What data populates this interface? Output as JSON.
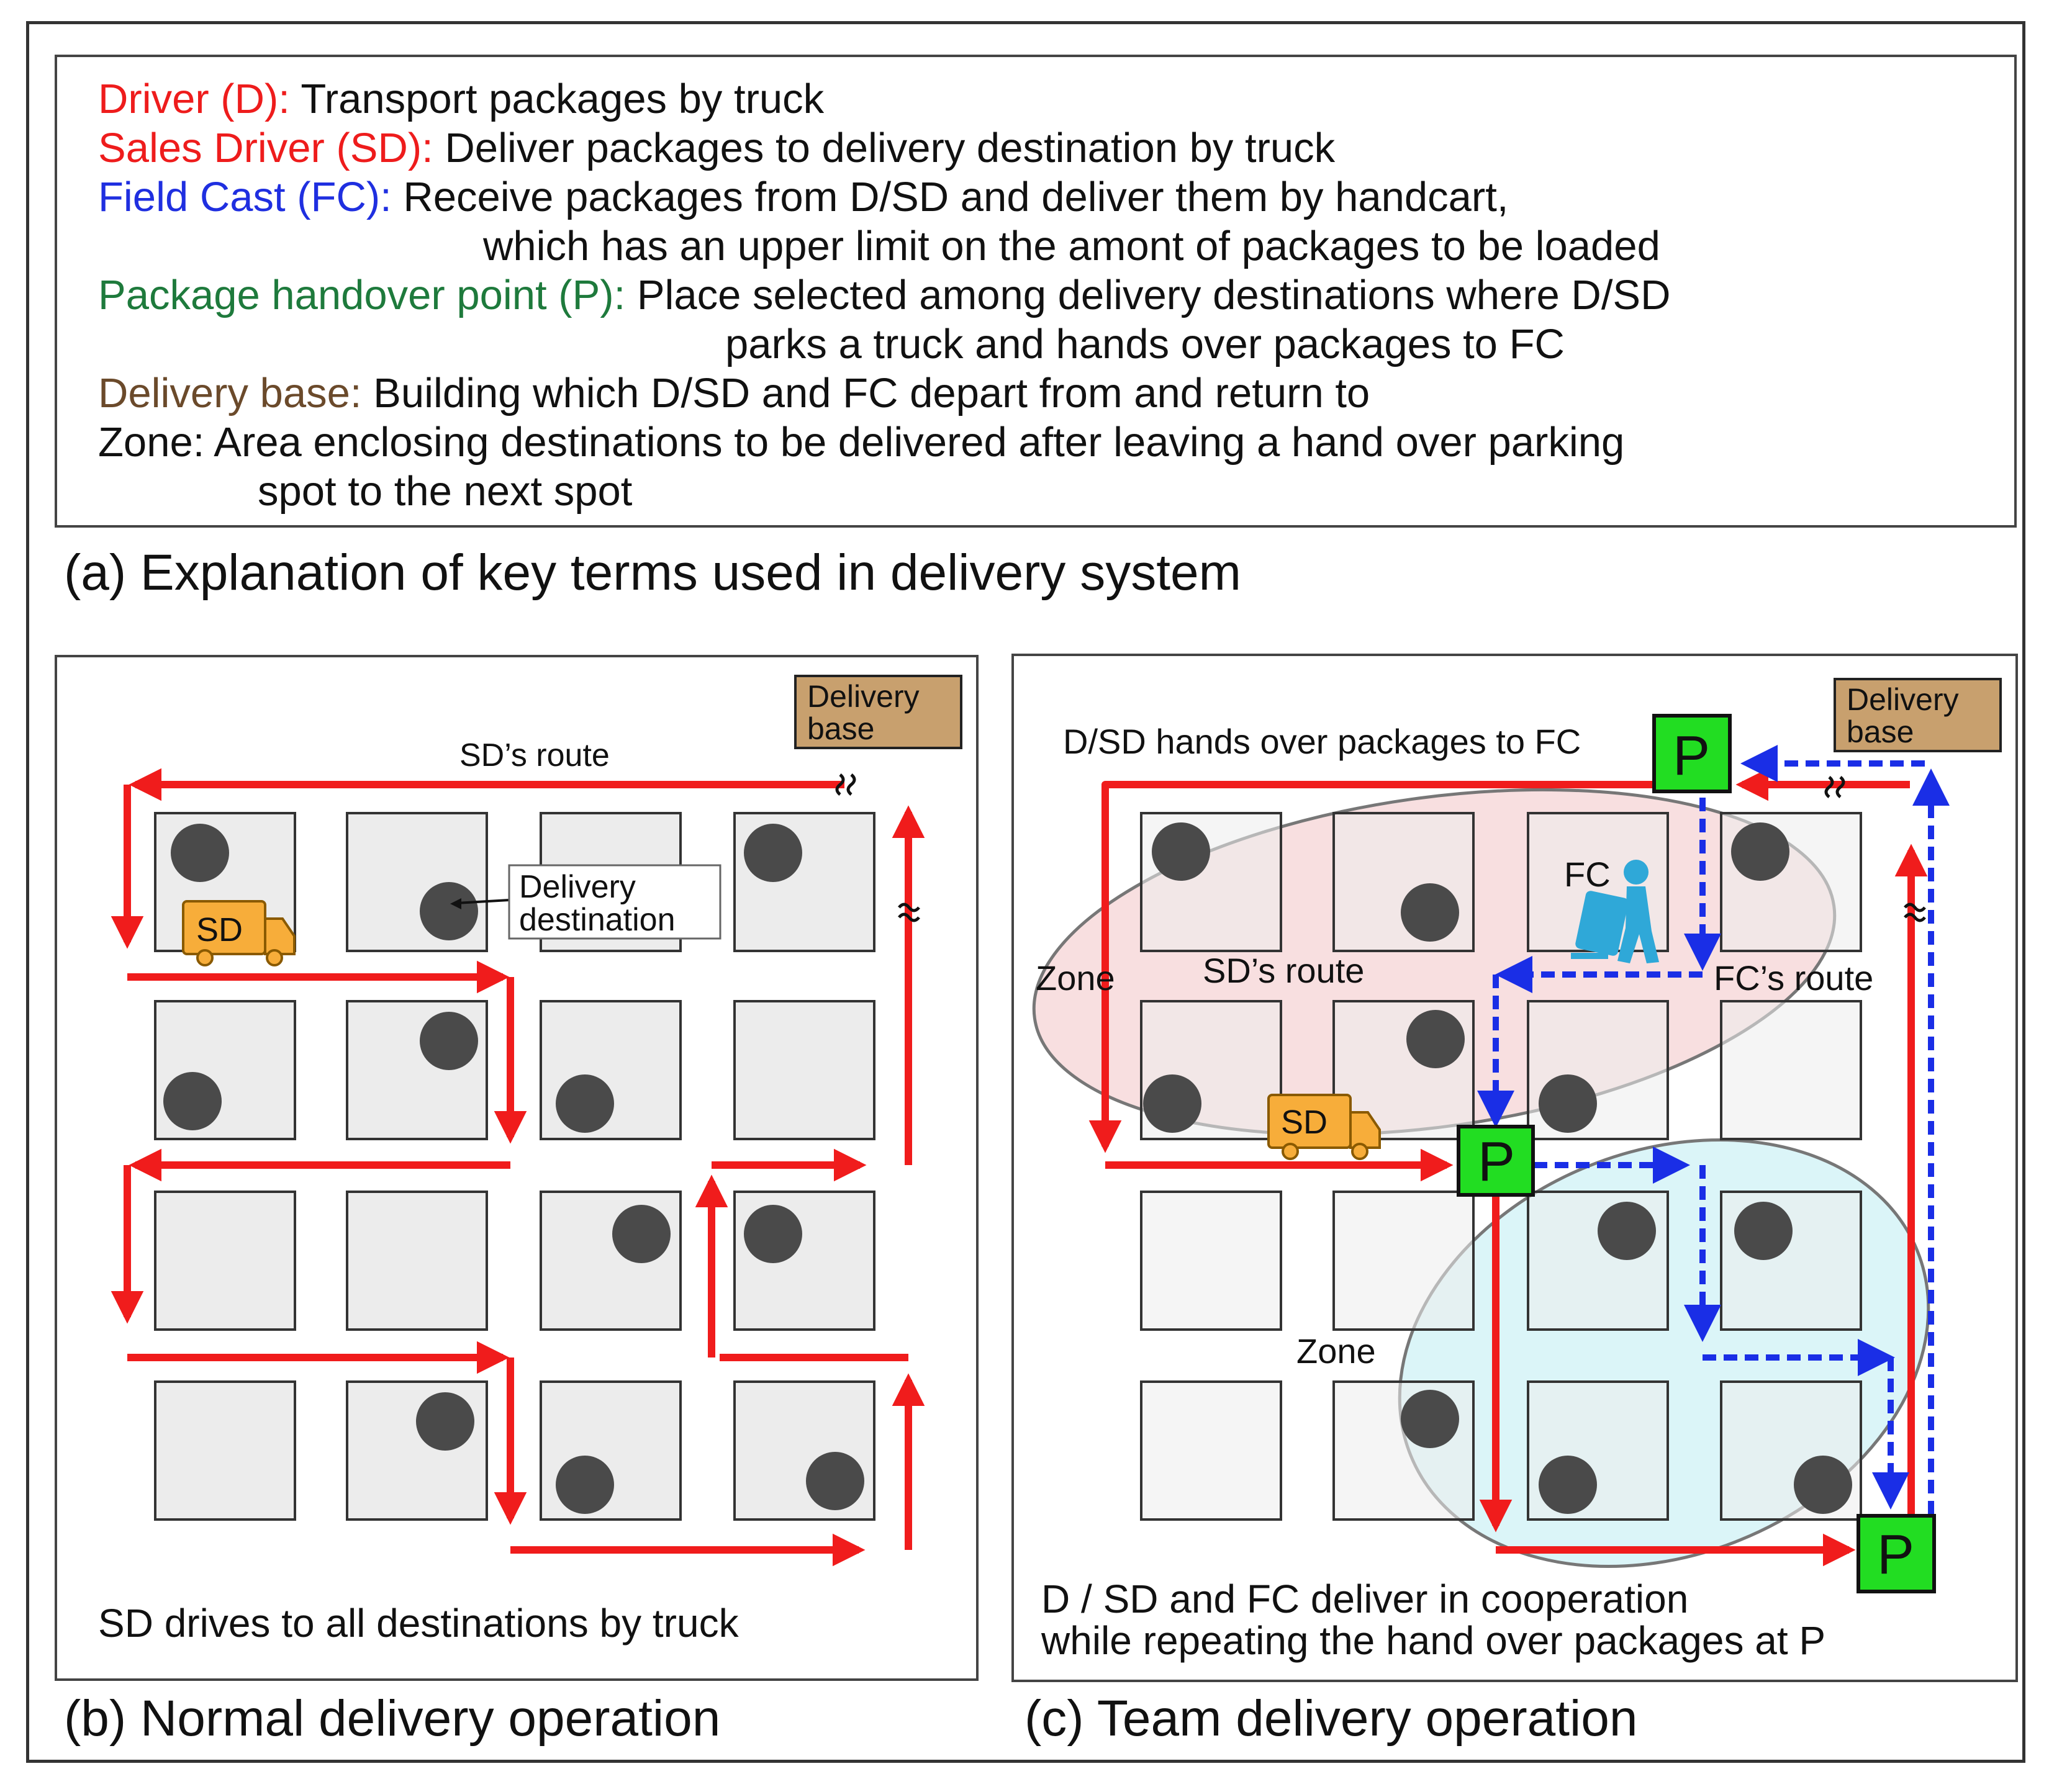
{
  "colors": {
    "red": "#ee1c1c",
    "blue": "#1f2fe0",
    "green": "#1e7a3c",
    "brown": "#6b4a2b",
    "route_red": "#f01c1c",
    "route_blue": "#1a2ee6",
    "block_fill": "#ececec",
    "dot": "#4a4a4a",
    "base_fill": "#c8a06e",
    "p_fill": "#22dd22",
    "truck_fill": "#f7ad3a",
    "zone_pink": "#f4c9cc",
    "zone_cyan": "#c3eff4",
    "fc_icon": "#2fa8d8"
  },
  "terms": [
    {
      "term": "Driver (D):",
      "color": "red",
      "desc": "Transport packages by truck"
    },
    {
      "term": "Sales Driver (SD):",
      "color": "red",
      "desc": "Deliver packages to delivery destination by truck"
    },
    {
      "term": "Field Cast (FC):",
      "color": "blue",
      "desc": "Receive packages from D/SD and deliver them by handcart,",
      "cont": "which has an upper limit on the amont of packages to be loaded"
    },
    {
      "term": "Package handover point (P):",
      "color": "green",
      "desc": "Place selected among delivery destinations where D/SD",
      "cont": "parks a truck and hands over packages to FC"
    },
    {
      "term": "Delivery base:",
      "color": "brown",
      "desc": "Building which D/SD and FC depart from and return to"
    },
    {
      "term": "Zone:",
      "color": "black",
      "desc": "Area enclosing destinations to be delivered after leaving a hand over parking",
      "cont": "spot to the next spot"
    }
  ],
  "captions": {
    "a": "(a) Explanation of key terms used in delivery system",
    "b": "(b) Normal delivery operation",
    "c": "(c) Team delivery operation"
  },
  "panel_b": {
    "base_label_1": "Delivery",
    "base_label_2": "base",
    "route_label": "SD’s route",
    "dest_label_1": "Delivery",
    "dest_label_2": "destination",
    "truck_label": "SD",
    "footer": "SD drives to all destinations by truck"
  },
  "panel_c": {
    "base_label_1": "Delivery",
    "base_label_2": "base",
    "handover_label": "D/SD hands over packages to FC",
    "p_label": "P",
    "fc_label": "FC",
    "zone_label": "Zone",
    "sd_route_label": "SD’s route",
    "fc_route_label": "FC’s route",
    "truck_label": "SD",
    "footer_1": "D / SD and FC deliver in cooperation",
    "footer_2": "while repeating the hand over packages at P"
  }
}
